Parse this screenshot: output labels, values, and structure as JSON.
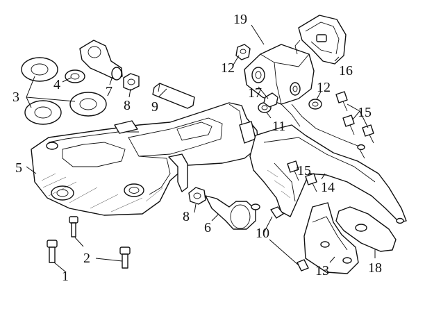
{
  "callouts": [
    {
      "id": "c1",
      "text": "1"
    },
    {
      "id": "c2",
      "text": "2"
    },
    {
      "id": "c3",
      "text": "3"
    },
    {
      "id": "c4",
      "text": "4"
    },
    {
      "id": "c5",
      "text": "5"
    },
    {
      "id": "c6",
      "text": "6"
    },
    {
      "id": "c7",
      "text": "7"
    },
    {
      "id": "c8a",
      "text": "8"
    },
    {
      "id": "c8b",
      "text": "8"
    },
    {
      "id": "c9",
      "text": "9"
    },
    {
      "id": "c10",
      "text": "10"
    },
    {
      "id": "c11",
      "text": "11"
    },
    {
      "id": "c12a",
      "text": "12"
    },
    {
      "id": "c12b",
      "text": "12"
    },
    {
      "id": "c13",
      "text": "13"
    },
    {
      "id": "c14",
      "text": "14"
    },
    {
      "id": "c15a",
      "text": "15"
    },
    {
      "id": "c15b",
      "text": "15"
    },
    {
      "id": "c16",
      "text": "16"
    },
    {
      "id": "c17",
      "text": "17"
    },
    {
      "id": "c18",
      "text": "18"
    },
    {
      "id": "c19",
      "text": "19"
    }
  ]
}
